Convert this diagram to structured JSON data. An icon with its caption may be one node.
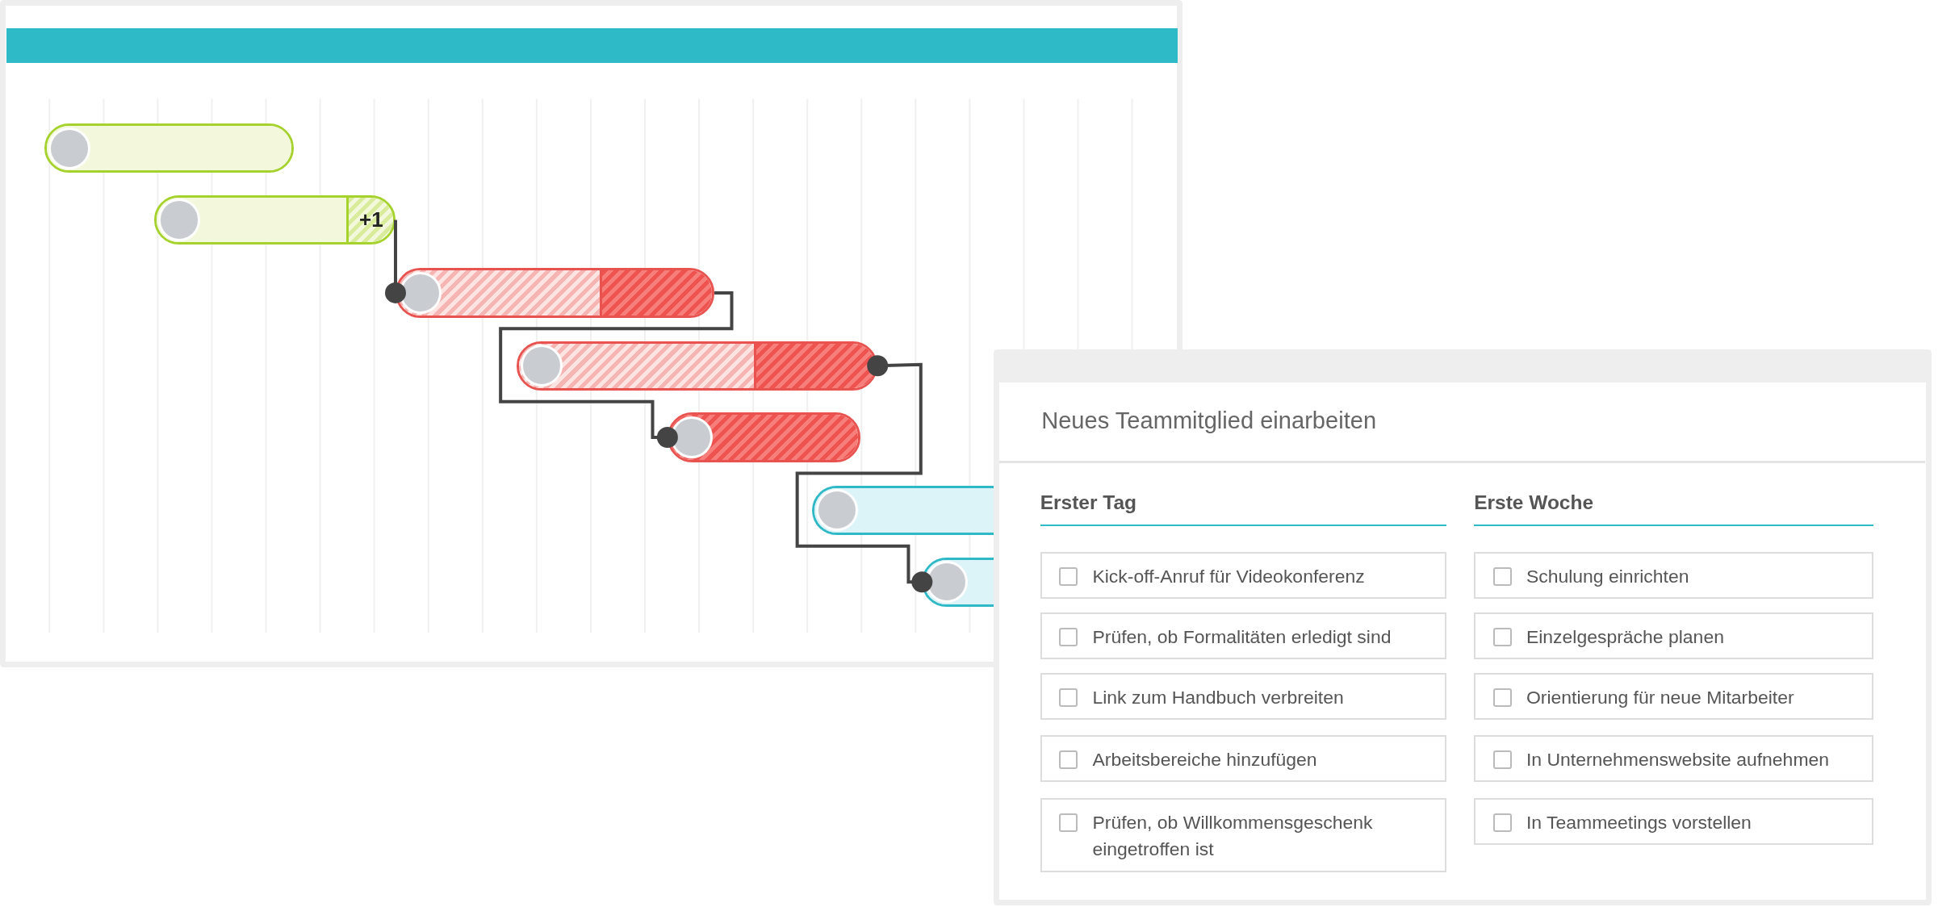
{
  "diagram": {
    "nodes": [
      {
        "text": [],
        "shape": "bar"
      },
      {
        "text": [
          "+1"
        ]
      },
      {
        "text": [],
        "shape": "bar"
      },
      {
        "text": [],
        "shape": "bar"
      },
      {
        "text": [],
        "shape": "bar"
      },
      {
        "text": [],
        "shape": "bar"
      },
      {
        "text": [],
        "shape": "bar"
      },
      {
        "text": [
          "Neues Teammitglied einarbeiten"
        ]
      },
      {
        "text": [
          "Kick-off-Anruf für Videokonferenz"
        ],
        "in": 7
      },
      {
        "text": [
          "Prüfen, ob Formalitäten erledigt sind"
        ],
        "in": 7
      },
      {
        "text": [
          "Link zum Handbuch verbreiten"
        ],
        "in": 7
      },
      {
        "text": [
          "Arbeitsbereiche hinzufügen"
        ],
        "in": 7
      },
      {
        "text": [
          "Prüfen, ob Willkommensgeschenk eingetroffen ist"
        ],
        "in": 7
      },
      {
        "text": [
          "Schulung einrichten"
        ],
        "in": 7
      },
      {
        "text": [
          "Einzelgespräche planen"
        ],
        "in": 7
      },
      {
        "text": [
          "Orientierung für neue Mitarbeiter"
        ],
        "in": 7
      },
      {
        "text": [
          "In Unternehmenswebsite aufnehmen"
        ],
        "in": 7
      },
      {
        "text": [
          "In Teammeetings vorstellen"
        ],
        "in": 7
      }
    ],
    "edges": [
      {
        "from": 1,
        "to": 2,
        "arrow": "other"
      },
      {
        "from": 2,
        "to": 4,
        "arrow": "other"
      },
      {
        "from": 3,
        "to": 6,
        "arrow": "other"
      }
    ],
    "labels": [
      "Erster Tag",
      "Erste Woche"
    ]
  }
}
